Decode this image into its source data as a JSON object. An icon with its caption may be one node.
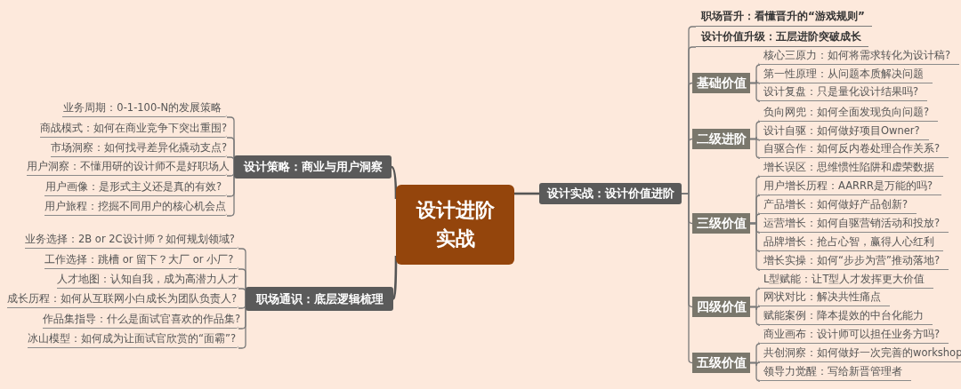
{
  "diagram": {
    "nodes": [
      {
        "text": [
          "设计进阶实战"
        ]
      },
      {
        "text": [
          "设计策略：商业与用户洞察"
        ]
      },
      {
        "text": [
          "业务周期：0-1-100-N的发展策略"
        ]
      },
      {
        "text": [
          "商战模式：如何在商业竞争下突出重围?"
        ]
      },
      {
        "text": [
          "市场洞察：如何找寻差异化撬动支点?"
        ]
      },
      {
        "text": [
          "用户洞察：不懂用研的设计师不是好职场人"
        ]
      },
      {
        "text": [
          "用户画像：是形式主义还是真的有效?"
        ]
      },
      {
        "text": [
          "用户旅程：挖掘不同用户的核心机会点"
        ]
      },
      {
        "text": [
          "职场通识：底层逻辑梳理"
        ]
      },
      {
        "text": [
          "业务选择：2B or 2C设计师？如何规划领域?"
        ]
      },
      {
        "text": [
          "工作选择：跳槽 or 留下？大厂 or 小厂?"
        ]
      },
      {
        "text": [
          "人才地图：认知自我，成为高潜力人才"
        ]
      },
      {
        "text": [
          "成长历程：如何从互联网小白成长为团队负责人?"
        ]
      },
      {
        "text": [
          "作品集指导：什么是面试官喜欢的作品集?"
        ]
      },
      {
        "text": [
          "冰山模型：如何成为让面试官欣赏的“面霸”?"
        ]
      },
      {
        "text": [
          "设计实战：设计价值进阶"
        ]
      },
      {
        "text": [
          "职场晋升：看懂晋升的“游戏规则”"
        ]
      },
      {
        "text": [
          "设计价值升级：五层进阶突破成长"
        ]
      },
      {
        "text": [
          "基础价值"
        ]
      },
      {
        "text": [
          "核心三原力：如何将需求转化为设计稿?"
        ]
      },
      {
        "text": [
          "第一性原理：从问题本质解决问题"
        ]
      },
      {
        "text": [
          "设计复盘：只是量化设计结果吗?"
        ]
      },
      {
        "text": [
          "二级进阶"
        ]
      },
      {
        "text": [
          "负向网兜：如何全面发现负向问题?"
        ]
      },
      {
        "text": [
          "设计自驱：如何做好项目Owner?"
        ]
      },
      {
        "text": [
          "自驱合作：如何反内卷处理合作关系?"
        ]
      },
      {
        "text": [
          "三级价值"
        ]
      },
      {
        "text": [
          "增长误区：思维惯性陷阱和虚荣数据"
        ]
      },
      {
        "text": [
          "用户增长历程：AARRR是万能的吗?"
        ]
      },
      {
        "text": [
          "产品增长：如何做好产品创新?"
        ]
      },
      {
        "text": [
          "运营增长：如何自驱营销活动和投放?"
        ]
      },
      {
        "text": [
          "品牌增长：抢占心智，赢得人心红利"
        ]
      },
      {
        "text": [
          "增长实操：如何“步步为营”推动落地?"
        ]
      },
      {
        "text": [
          "四级价值"
        ]
      },
      {
        "text": [
          "L型赋能：让T型人才发挥更大价值"
        ]
      },
      {
        "text": [
          "网状对比：解决共性痛点"
        ]
      },
      {
        "text": [
          "赋能案例：降本提效的中台化能力"
        ]
      },
      {
        "text": [
          "五级价值"
        ]
      },
      {
        "text": [
          "商业画布：设计师可以担任业务方吗?"
        ]
      },
      {
        "text": [
          "共创洞察：如何做好一次完善的workshop"
        ]
      },
      {
        "text": [
          "领导力觉醒：写给新晋管理者"
        ]
      }
    ],
    "edges": [
      {
        "from": 0,
        "to": 1,
        "arrow": "none"
      },
      {
        "from": 0,
        "to": 8,
        "arrow": "none"
      },
      {
        "from": 0,
        "to": 15,
        "arrow": "none"
      },
      {
        "from": 1,
        "to": 2,
        "arrow": "none"
      },
      {
        "from": 1,
        "to": 3,
        "arrow": "none"
      },
      {
        "from": 1,
        "to": 4,
        "arrow": "none"
      },
      {
        "from": 1,
        "to": 5,
        "arrow": "none"
      },
      {
        "from": 1,
        "to": 6,
        "arrow": "none"
      },
      {
        "from": 1,
        "to": 7,
        "arrow": "none"
      },
      {
        "from": 8,
        "to": 9,
        "arrow": "none"
      },
      {
        "from": 8,
        "to": 10,
        "arrow": "none"
      },
      {
        "from": 8,
        "to": 11,
        "arrow": "none"
      },
      {
        "from": 8,
        "to": 12,
        "arrow": "none"
      },
      {
        "from": 8,
        "to": 13,
        "arrow": "none"
      },
      {
        "from": 8,
        "to": 14,
        "arrow": "none"
      },
      {
        "from": 15,
        "to": 16,
        "arrow": "none"
      },
      {
        "from": 15,
        "to": 17,
        "arrow": "none"
      },
      {
        "from": 15,
        "to": 18,
        "arrow": "none"
      },
      {
        "from": 15,
        "to": 22,
        "arrow": "none"
      },
      {
        "from": 15,
        "to": 26,
        "arrow": "none"
      },
      {
        "from": 15,
        "to": 33,
        "arrow": "none"
      },
      {
        "from": 15,
        "to": 37,
        "arrow": "none"
      },
      {
        "from": 18,
        "to": 19,
        "arrow": "none"
      },
      {
        "from": 18,
        "to": 20,
        "arrow": "none"
      },
      {
        "from": 18,
        "to": 21,
        "arrow": "none"
      },
      {
        "from": 22,
        "to": 23,
        "arrow": "none"
      },
      {
        "from": 22,
        "to": 24,
        "arrow": "none"
      },
      {
        "from": 22,
        "to": 25,
        "arrow": "none"
      },
      {
        "from": 26,
        "to": 27,
        "arrow": "none"
      },
      {
        "from": 26,
        "to": 28,
        "arrow": "none"
      },
      {
        "from": 26,
        "to": 29,
        "arrow": "none"
      },
      {
        "from": 26,
        "to": 30,
        "arrow": "none"
      },
      {
        "from": 26,
        "to": 31,
        "arrow": "none"
      },
      {
        "from": 26,
        "to": 32,
        "arrow": "none"
      },
      {
        "from": 33,
        "to": 34,
        "arrow": "none"
      },
      {
        "from": 33,
        "to": 35,
        "arrow": "none"
      },
      {
        "from": 33,
        "to": 36,
        "arrow": "none"
      },
      {
        "from": 37,
        "to": 38,
        "arrow": "none"
      },
      {
        "from": 37,
        "to": 39,
        "arrow": "none"
      },
      {
        "from": 37,
        "to": 40,
        "arrow": "none"
      }
    ]
  }
}
